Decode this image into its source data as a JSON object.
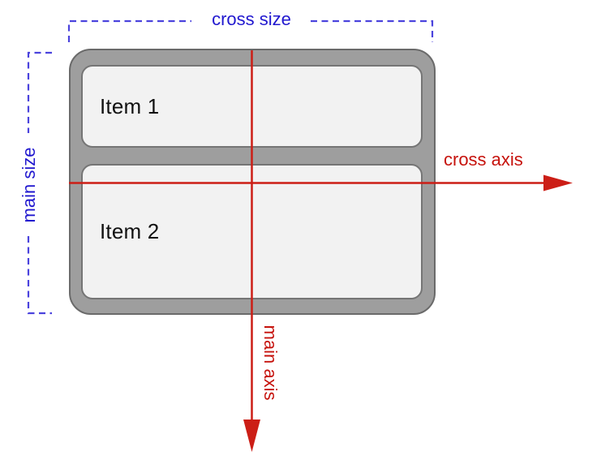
{
  "labels": {
    "cross_size": "cross size",
    "main_size": "main size",
    "cross_axis": "cross axis",
    "main_axis": "main axis"
  },
  "items": [
    {
      "label": "Item 1"
    },
    {
      "label": "Item 2"
    }
  ],
  "colors": {
    "size_blue": "#2118cf",
    "dash_blue": "#4b43dd",
    "red_text": "#c6120c",
    "axis_red": "#cc1e16",
    "container_fill": "#9e9e9e",
    "container_border": "#6a6a6a",
    "item_fill": "#f2f2f2",
    "item_border": "#757575",
    "item_text": "#111111",
    "background": "#ffffff"
  }
}
